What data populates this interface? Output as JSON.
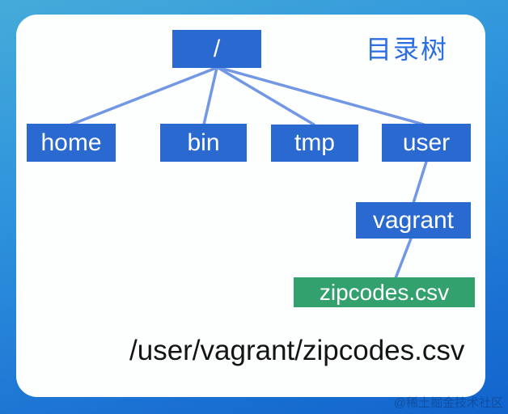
{
  "title": "目录树",
  "caption": "/user/vagrant/zipcodes.csv",
  "watermark": "@稀土掘金技术社区",
  "colors": {
    "node_blue": "#2a69d0",
    "node_green": "#32a16e",
    "edge_line": "#7197e5",
    "title_text": "#2d6de2",
    "background_top": "#45abd9",
    "background_bottom": "#1164cd",
    "card": "#fdfefe"
  },
  "tree": {
    "nodes": [
      {
        "id": "root",
        "label": "/",
        "type": "directory"
      },
      {
        "id": "home",
        "label": "home",
        "type": "directory"
      },
      {
        "id": "bin",
        "label": "bin",
        "type": "directory"
      },
      {
        "id": "tmp",
        "label": "tmp",
        "type": "directory"
      },
      {
        "id": "user",
        "label": "user",
        "type": "directory"
      },
      {
        "id": "vagrant",
        "label": "vagrant",
        "type": "directory"
      },
      {
        "id": "zipcodes",
        "label": "zipcodes.csv",
        "type": "file"
      }
    ],
    "edges": [
      {
        "from": "root",
        "to": "home"
      },
      {
        "from": "root",
        "to": "bin"
      },
      {
        "from": "root",
        "to": "tmp"
      },
      {
        "from": "root",
        "to": "user"
      },
      {
        "from": "user",
        "to": "vagrant"
      },
      {
        "from": "vagrant",
        "to": "zipcodes"
      }
    ]
  }
}
